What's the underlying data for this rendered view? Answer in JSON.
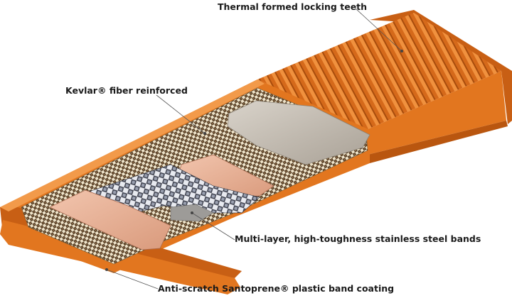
{
  "labels": {
    "teeth": "Thermal formed locking teeth",
    "kevlar": "Kevlar® fiber reinforced",
    "steel": "Multi-layer, high-toughness stainless steel bands",
    "coating": "Anti-scratch Santoprene® plastic band coating"
  },
  "colors": {
    "orange": "#e2761f",
    "orange_dark": "#b9560f",
    "orange_light": "#f29a4a",
    "kevlar_light": "#efe3c8",
    "kevlar_dark": "#3b2a1a",
    "steel_dark": "#3a3d4a",
    "steel_light": "#eef0f5",
    "copper": "#e6b095",
    "gray": "#cdc6bb"
  }
}
